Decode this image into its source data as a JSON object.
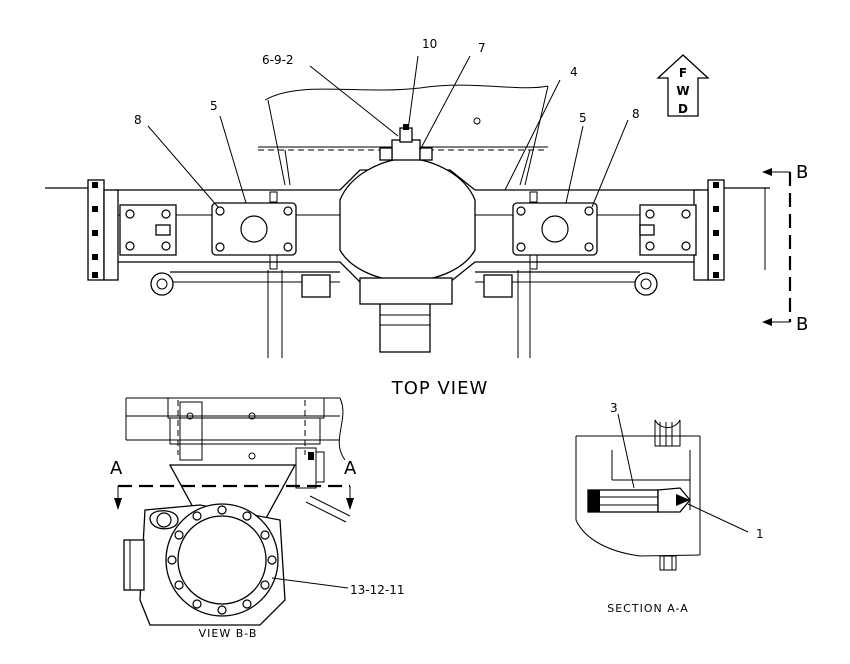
{
  "labels": {
    "callout_10": "10",
    "callout_7": "7",
    "callout_4": "4",
    "callout_5_left": "5",
    "callout_5_right": "5",
    "callout_8_left": "8",
    "callout_8_right": "8",
    "callout_3": "3",
    "callout_1": "1",
    "ref_692": "6-9-2",
    "ref_131211": "13-12-11"
  },
  "fwd_arrow": {
    "letters": [
      "F",
      "W",
      "D"
    ]
  },
  "section_markers": {
    "b_top": "B",
    "b_bottom": "B",
    "a_left": "A",
    "a_right": "A"
  },
  "view_titles": {
    "top_view": "TOP VIEW",
    "view_bb": "VIEW B-B",
    "section_aa": "SECTION A-A"
  }
}
